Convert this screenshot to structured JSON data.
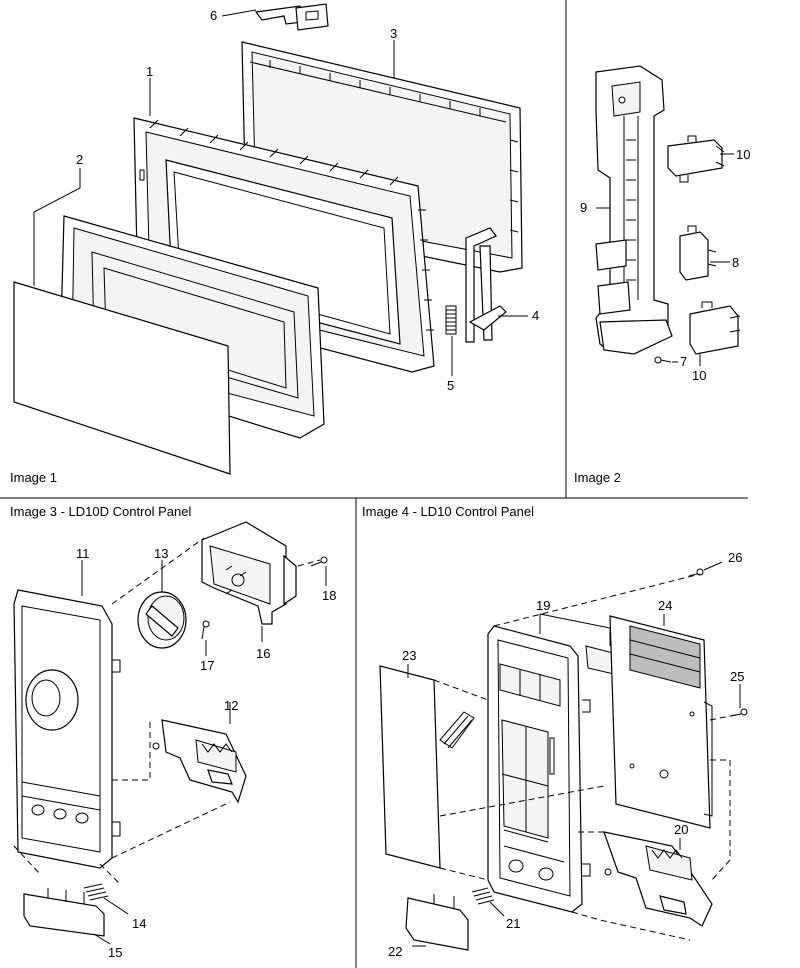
{
  "panels": {
    "image1": "Image 1",
    "image2": "Image 2",
    "image3": "Image 3 - LD10D Control Panel",
    "image4": "Image 4  - LD10 Control Panel"
  },
  "callouts": {
    "p1": "1",
    "p2": "2",
    "p3": "3",
    "p4": "4",
    "p5": "5",
    "p6": "6",
    "p7": "7",
    "p8": "8",
    "p9": "9",
    "p10a": "10",
    "p10b": "10",
    "p11": "11",
    "p12": "12",
    "p13": "13",
    "p14": "14",
    "p15": "15",
    "p16": "16",
    "p17": "17",
    "p18": "18",
    "p19": "19",
    "p20": "20",
    "p21": "21",
    "p22": "22",
    "p23": "23",
    "p24": "24",
    "p25": "25",
    "p26": "26"
  }
}
